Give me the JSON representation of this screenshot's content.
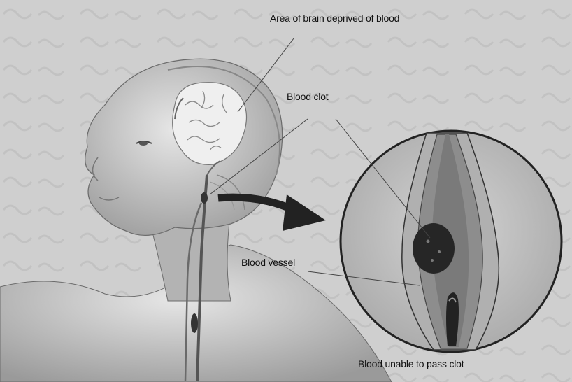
{
  "labels": {
    "brain_area": "Area of brain deprived of blood",
    "clot": "Blood clot",
    "vessel": "Blood vessel",
    "unable": "Blood unable to pass clot"
  }
}
